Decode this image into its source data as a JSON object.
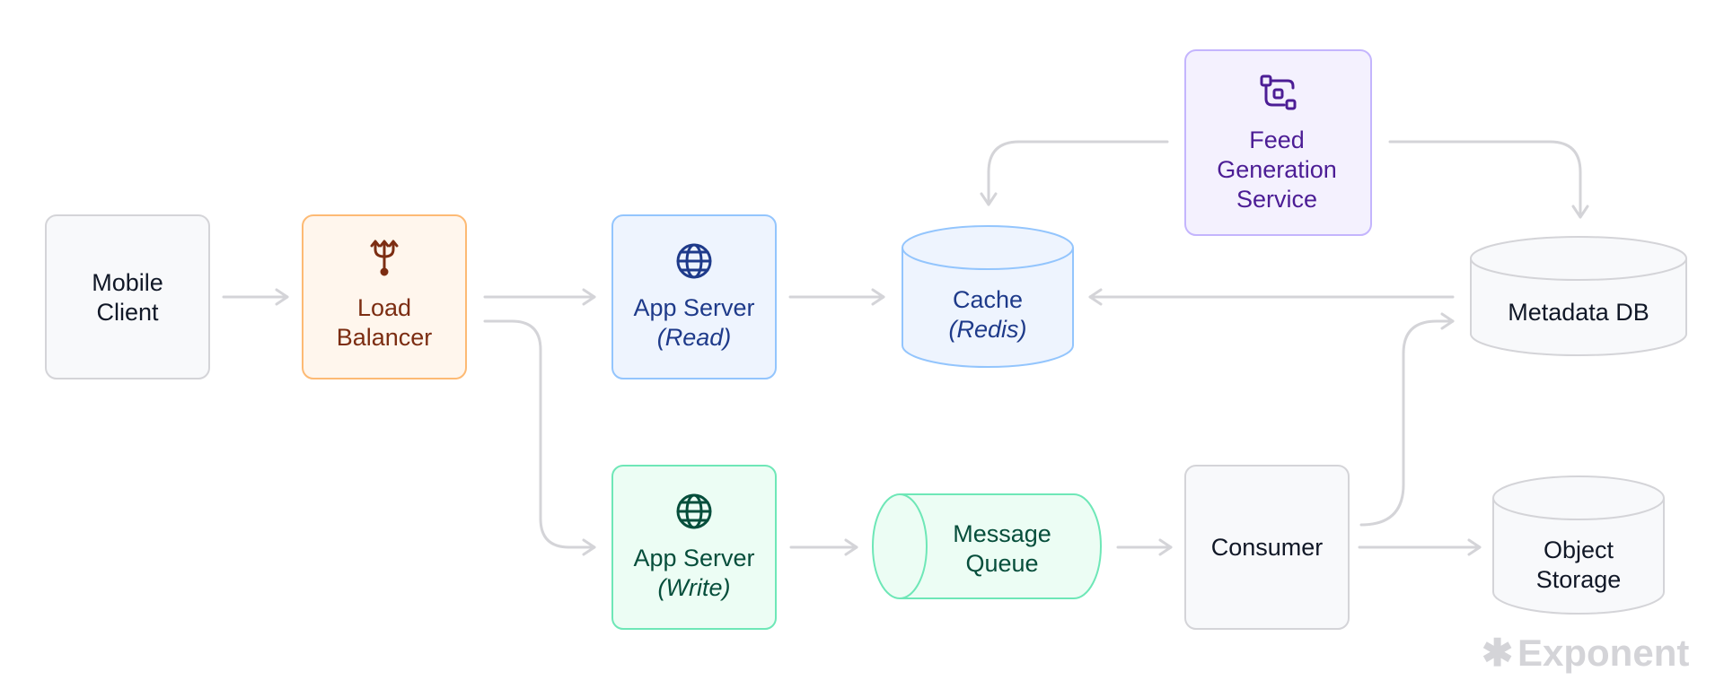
{
  "nodes": {
    "mobile_client": {
      "line1": "Mobile",
      "line2": "Client"
    },
    "load_balancer": {
      "line1": "Load",
      "line2": "Balancer"
    },
    "app_server_read": {
      "line1": "App Server",
      "line2": "(Read)"
    },
    "app_server_write": {
      "line1": "App Server",
      "line2": "(Write)"
    },
    "cache": {
      "line1": "Cache",
      "line2": "(Redis)"
    },
    "feed_generation": {
      "line1": "Feed",
      "line2": "Generation",
      "line3": "Service"
    },
    "metadata_db": {
      "line1": "Metadata DB"
    },
    "message_queue": {
      "line1": "Message",
      "line2": "Queue"
    },
    "consumer": {
      "line1": "Consumer"
    },
    "object_storage": {
      "line1": "Object",
      "line2": "Storage"
    }
  },
  "icons": {
    "load_balancer": "split-arrow-icon",
    "app_server_read": "globe-icon",
    "app_server_write": "globe-icon",
    "feed_generation": "workflow-icon"
  },
  "brand": {
    "star": "✱",
    "name": "Exponent"
  },
  "colors": {
    "neutral_fill": "#f8f9fb",
    "neutral_stroke": "#d4d4d8",
    "neutral_text": "#111827",
    "orange_fill": "#fff6ed",
    "orange_stroke": "#fdba74",
    "orange_text": "#7c2d12",
    "blue_fill": "#eef4fe",
    "blue_stroke": "#93c5fd",
    "blue_text": "#1e3a8a",
    "green_fill": "#ecfdf4",
    "green_stroke": "#6ee7b7",
    "green_text": "#064e3b",
    "purple_fill": "#f4f1fe",
    "purple_stroke": "#c4b5fd",
    "purple_text": "#4c1d95",
    "connector": "#d4d4d8",
    "watermark": "#d4d4d8"
  }
}
